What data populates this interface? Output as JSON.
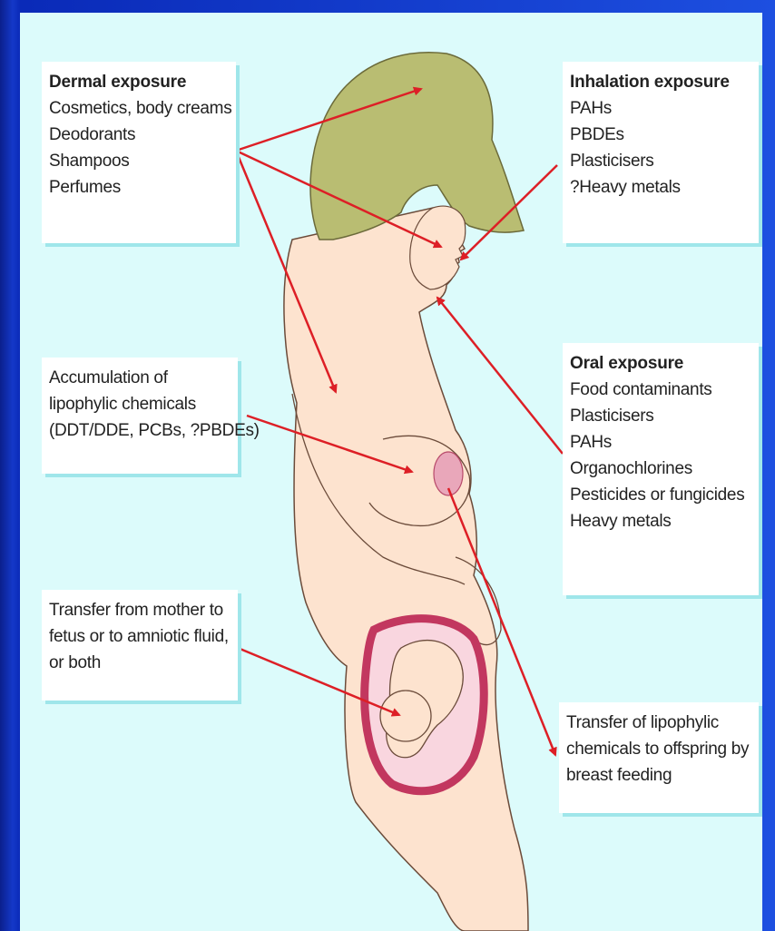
{
  "figure": {
    "dermal": {
      "heading": "Dermal exposure",
      "items": [
        "Cosmetics, body creams",
        "Deodorants",
        "Shampoos",
        "Perfumes"
      ]
    },
    "inhalation": {
      "heading": "Inhalation exposure",
      "items": [
        "PAHs",
        "PBDEs",
        "Plasticisers",
        "?Heavy metals"
      ]
    },
    "accumulation": {
      "lines": [
        "Accumulation of",
        "lipophylic chemicals",
        "(DDT/DDE, PCBs, ?PBDEs)"
      ]
    },
    "oral": {
      "heading": "Oral exposure",
      "items": [
        "Food contaminants",
        "Plasticisers",
        "PAHs",
        "Organochlorines",
        "Pesticides or fungicides",
        "Heavy metals"
      ]
    },
    "transfer_fetus": {
      "lines": [
        "Transfer from mother to",
        "fetus or to amniotic fluid,",
        "or both"
      ]
    },
    "transfer_breast": {
      "lines": [
        "Transfer of lipophylic",
        "chemicals to offspring by",
        "breast feeding"
      ]
    }
  },
  "colors": {
    "background": "#dcfbfb",
    "skin": "#fde3cf",
    "hair": "#b9bd72",
    "arrow": "#dd1f26",
    "uterus": "#d7587a"
  }
}
